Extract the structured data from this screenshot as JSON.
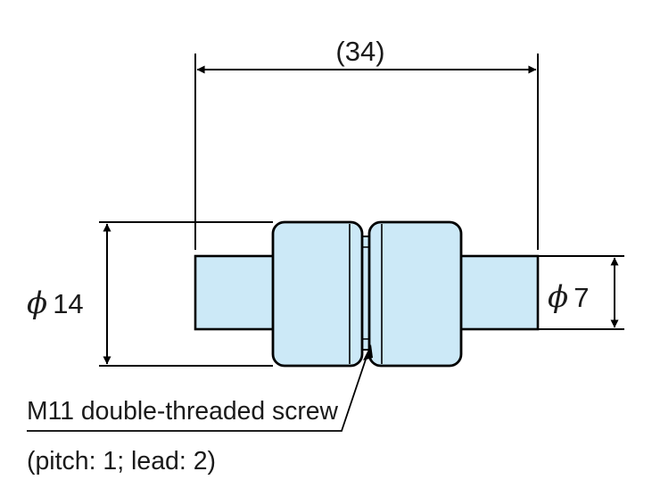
{
  "dimensions": {
    "overall_length": "(34)",
    "outer_diameter_symbol": "ϕ",
    "outer_diameter": "14",
    "shaft_diameter_symbol": "ϕ",
    "shaft_diameter": "7"
  },
  "callout": {
    "line1": "M11 double-threaded screw",
    "line2": "(pitch: 1; lead: 2)"
  },
  "colors": {
    "part_fill": "#cce9f7",
    "line": "#000000",
    "text": "#1a1a1a"
  }
}
